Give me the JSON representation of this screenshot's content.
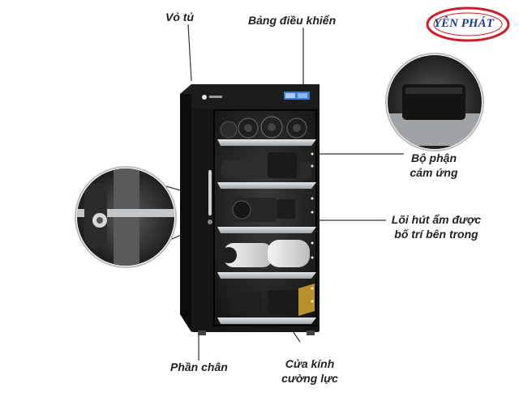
{
  "logo": {
    "text": "YÊN PHÁT",
    "colors": {
      "text": "#1b3c8c",
      "ring": "#cc1f2b"
    }
  },
  "labels": {
    "vo_tu": "Vỏ tủ",
    "bang_dieu_khien": "Bảng điều khiển",
    "bo_phan_cam_ung_line1": "Bộ phận",
    "bo_phan_cam_ung_line2": "cảm ứng",
    "loi_hut_am_line1": "Lõi hút ẩm được",
    "loi_hut_am_line2": "bố trí bên trong",
    "phan_chan": "Phần chân",
    "cua_kinh_line1": "Cửa kính",
    "cua_kinh_line2": "cường lực"
  },
  "colors": {
    "cabinet": "#161616",
    "cabinet_side": "#0b0b0b",
    "interior": "#2a2a2a",
    "shelf": "#cfd2d4",
    "display": "#3b7bd6",
    "leader": "#333333"
  }
}
